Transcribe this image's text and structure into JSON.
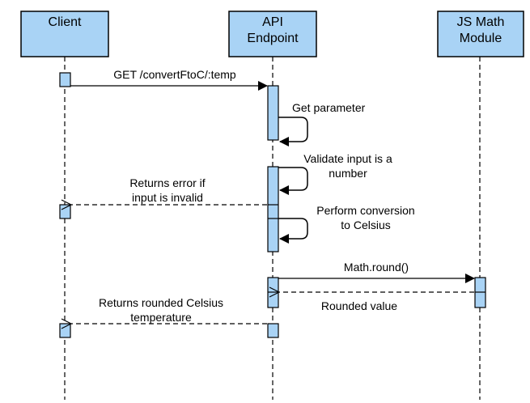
{
  "participants": [
    {
      "lines": [
        "Client"
      ]
    },
    {
      "lines": [
        "API",
        "Endpoint"
      ]
    },
    {
      "lines": [
        "JS Math",
        "Module"
      ]
    }
  ],
  "messages": {
    "get_request": "GET /convertFtoC/:temp",
    "get_parameter": "Get parameter",
    "validate_line1": "Validate input is a",
    "validate_line2": "number",
    "error_line1": "Returns error if",
    "error_line2": "input is invalid",
    "convert_line1": "Perform conversion",
    "convert_line2": "to Celsius",
    "math_round": "Math.round()",
    "rounded_value": "Rounded value",
    "result_line1": "Returns rounded Celsius",
    "result_line2": "temperature"
  },
  "colors": {
    "box_fill": "#a9d3f5",
    "stroke": "#000000"
  }
}
